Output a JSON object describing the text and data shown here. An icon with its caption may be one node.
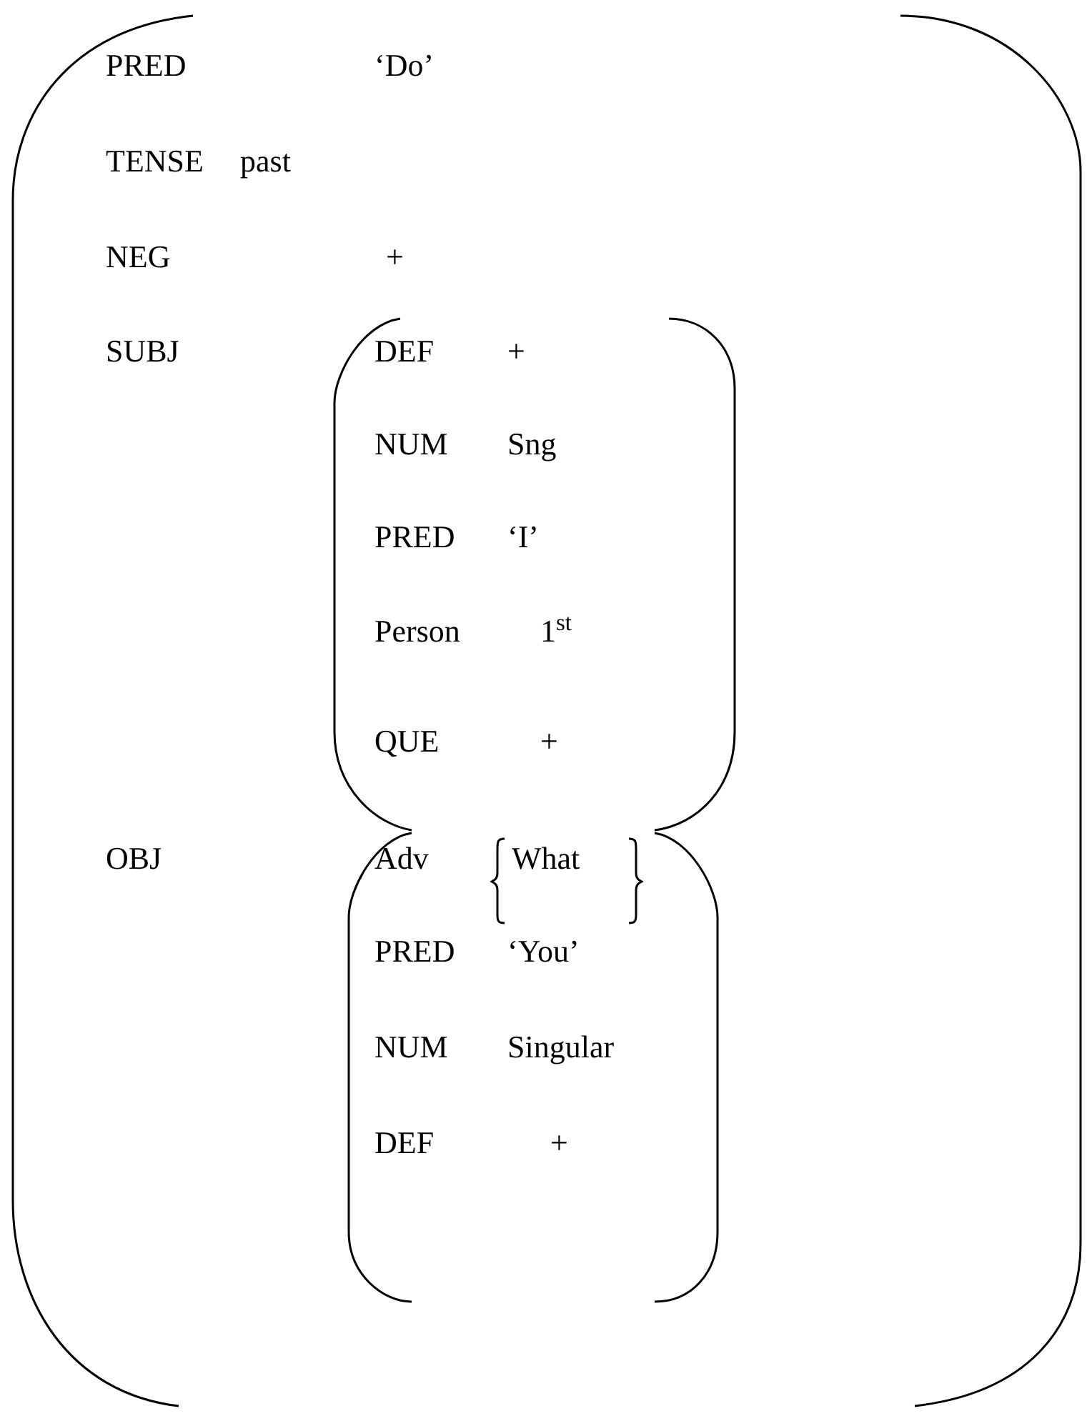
{
  "diagram": {
    "nodes": [
      {
        "text": [
          "PRED",
          "‘Do’",
          "TENSE",
          "past",
          "NEG",
          "+",
          "SUBJ",
          "OBJ"
        ]
      },
      {
        "text": [
          "DEF",
          "+",
          "NUM",
          "Sng",
          "PRED",
          "‘I’",
          "Person",
          "1$^{st}$",
          "QUE",
          "+"
        ],
        "in": 0
      },
      {
        "text": [
          "Adv",
          "PRED",
          "‘You’",
          "NUM",
          "Singular",
          "DEF",
          "+"
        ],
        "in": 0
      },
      {
        "text": [
          "What"
        ],
        "in": 2
      }
    ]
  }
}
